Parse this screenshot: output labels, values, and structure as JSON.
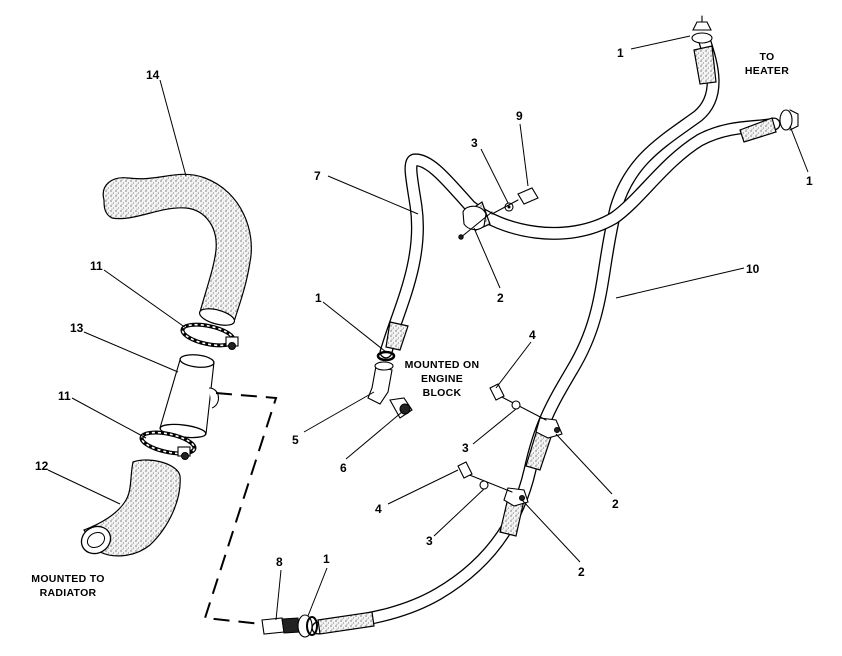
{
  "callouts": {
    "c1a": "1",
    "c1b": "1",
    "c1c": "1",
    "c1d": "1",
    "c2a": "2",
    "c2b": "2",
    "c2c": "2",
    "c3a": "3",
    "c3b": "3",
    "c3c": "3",
    "c4a": "4",
    "c4b": "4",
    "c5": "5",
    "c6": "6",
    "c7": "7",
    "c8": "8",
    "c9": "9",
    "c10": "10",
    "c11a": "11",
    "c11b": "11",
    "c12": "12",
    "c13": "13",
    "c14": "14"
  },
  "notes": {
    "heater_line1": "TO",
    "heater_line2": "HEATER",
    "engine_line1": "MOUNTED ON",
    "engine_line2": "ENGINE",
    "engine_line3": "BLOCK",
    "radiator_line1": "MOUNTED TO",
    "radiator_line2": "RADIATOR"
  }
}
